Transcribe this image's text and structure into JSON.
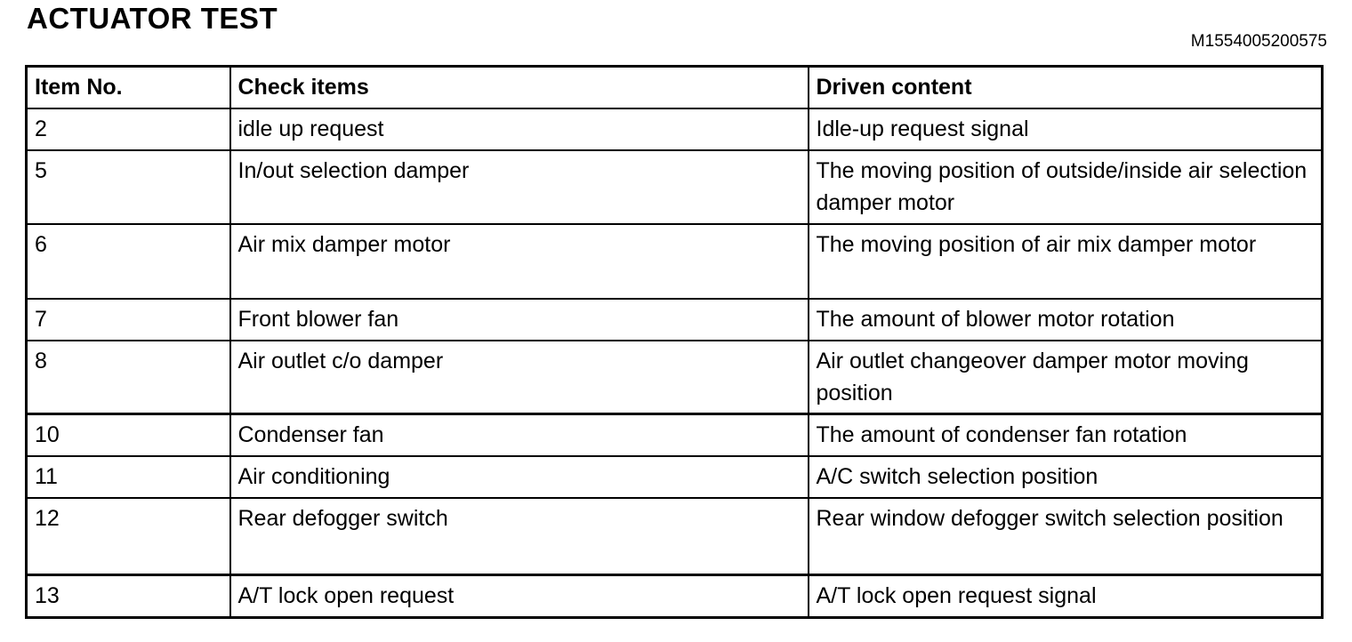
{
  "page": {
    "title": "ACTUATOR TEST",
    "reference": "M1554005200575"
  },
  "table": {
    "headers": [
      "Item No.",
      "Check items",
      "Driven content"
    ],
    "rows": [
      {
        "item_no": "2",
        "check_item": "idle up request",
        "driven_content": "Idle-up request signal"
      },
      {
        "item_no": "5",
        "check_item": "In/out selection damper",
        "driven_content": "The moving position of outside/inside air selection damper motor"
      },
      {
        "item_no": "6",
        "check_item": "Air mix damper motor",
        "driven_content": "The moving position of air mix damper motor"
      },
      {
        "item_no": "7",
        "check_item": "Front blower fan",
        "driven_content": "The amount of blower motor rotation"
      },
      {
        "item_no": "8",
        "check_item": "Air outlet c/o damper",
        "driven_content": "Air outlet changeover damper motor moving position"
      },
      {
        "item_no": "10",
        "check_item": "Condenser fan",
        "driven_content": "The amount of condenser fan rotation"
      },
      {
        "item_no": "11",
        "check_item": "Air conditioning",
        "driven_content": "A/C switch selection position"
      },
      {
        "item_no": "12",
        "check_item": "Rear defogger switch",
        "driven_content": "Rear window defogger switch selection position"
      },
      {
        "item_no": "13",
        "check_item": "A/T lock open request",
        "driven_content": "A/T lock open request signal"
      }
    ]
  }
}
